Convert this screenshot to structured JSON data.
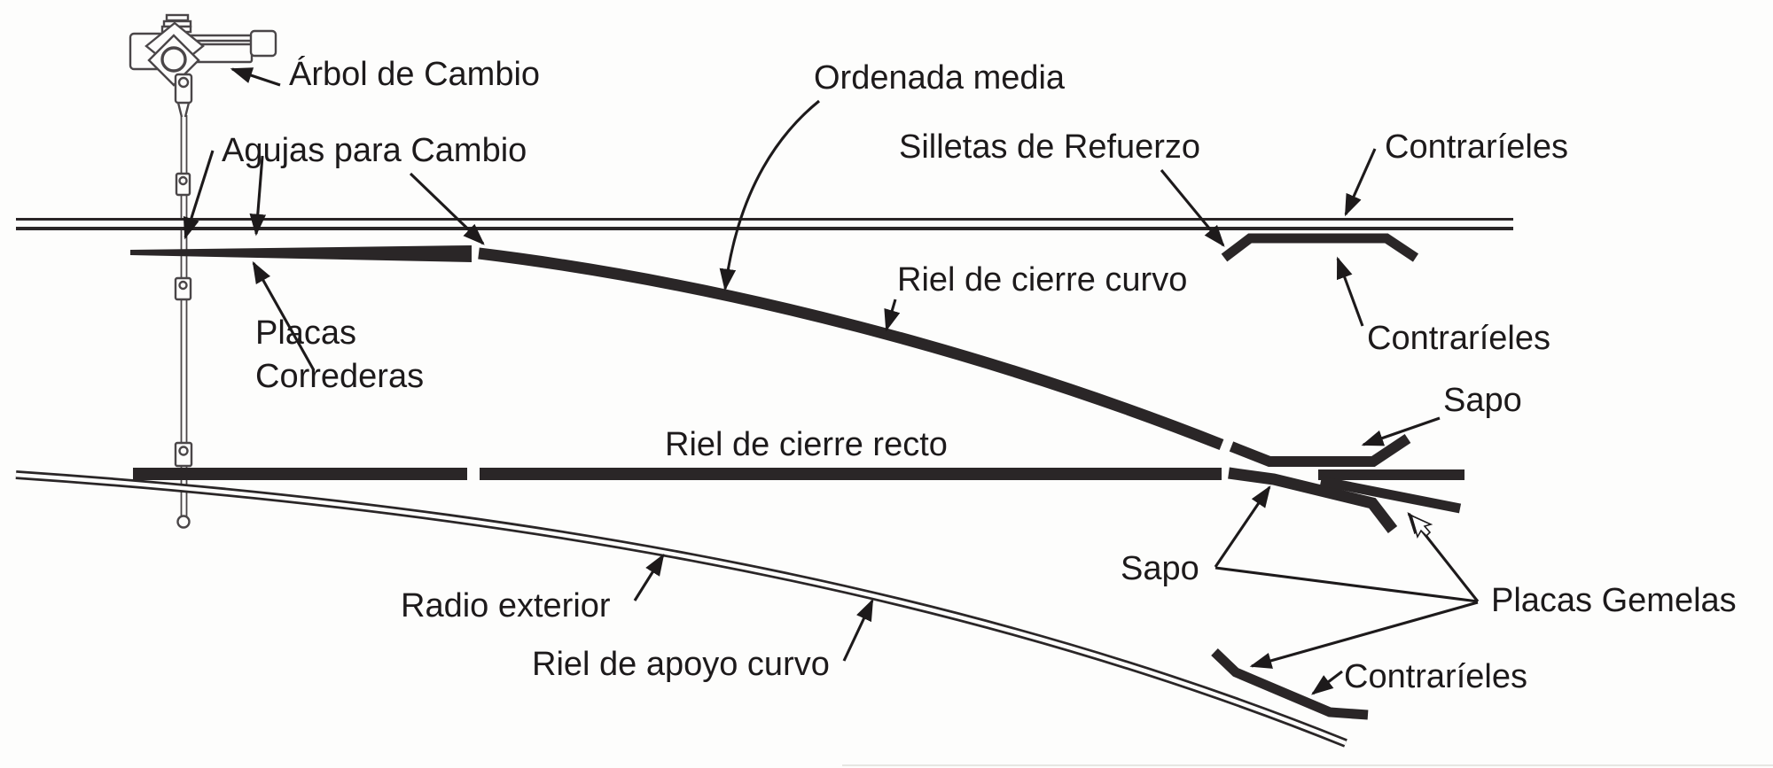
{
  "title": "Esquema de cambio de vía (diagrama ferroviario)",
  "colors": {
    "background": "#fdfdfc",
    "ink": "#1d1a1b",
    "rail": "#2a2627"
  },
  "labels": {
    "arbol_de_cambio": "Árbol de Cambio",
    "agujas_para_cambio": "Agujas para Cambio",
    "ordenada_media": "Ordenada media",
    "silletas_de_refuerzo": "Silletas de Refuerzo",
    "contrarieles_superior": "Contraríeles",
    "riel_de_cierre_curvo": "Riel de cierre curvo",
    "contrarieles_medio": "Contraríeles",
    "placas_correderas": "Placas\nCorrederas",
    "sapo_superior": "Sapo",
    "riel_de_cierre_recto": "Riel de cierre recto",
    "sapo_inferior": "Sapo",
    "placas_gemelas": "Placas Gemelas",
    "radio_exterior": "Radio exterior",
    "riel_de_apoyo_curvo": "Riel de apoyo curvo",
    "contrarieles_inferior": "Contraríeles"
  }
}
